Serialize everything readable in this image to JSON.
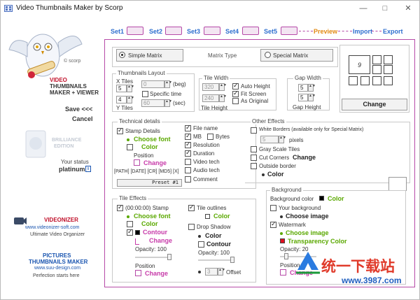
{
  "window": {
    "title": "Video Thumbnails Maker by Scorp",
    "minimize": "—",
    "maximize": "□",
    "close": "✕"
  },
  "sidebar": {
    "scorp": "© scorp",
    "product_line1": "VIDEO",
    "product_line2": "THUMBNAILS",
    "product_line3": "MAKER + VIEWER",
    "save": "Save <<<",
    "cancel": "Cancel",
    "edition_line1": "BRILLIANCE",
    "edition_line2": "EDITION",
    "status_label": "Your status",
    "status_value": "platinum",
    "videonizer_title": "VIDEONIZER",
    "videonizer_url": "www.videonizer-soft.com",
    "videonizer_tag": "Ultimate Video Organizer",
    "pictures_title1": "PICTURES",
    "pictures_title2": "THUMBNAILS MAKER",
    "pictures_url": "www.suu-design.com",
    "pictures_tag": "Perfection starts here"
  },
  "steps": {
    "set1": "Set1",
    "set2": "Set2",
    "set3": "Set3",
    "set4": "Set4",
    "set5": "Set5",
    "preview": "Preview",
    "import": "Import",
    "export": "Export"
  },
  "matrix": {
    "simple": "Simple Matrix",
    "type_label": "Matrix Type",
    "special": "Special Matrix",
    "change": "Change",
    "preview_number": "9"
  },
  "layout": {
    "title": "Thumbnails Layout",
    "x_tiles_label": "X Tiles",
    "x_tiles": "5",
    "y_tiles": "4",
    "y_tiles_label": "Y Tiles",
    "beg_value": "0",
    "beg_label": "(beg)",
    "specific_time": "Specific time",
    "sec_value": "60",
    "sec_label": "(sec)"
  },
  "tile_width": {
    "title": "Tile Width",
    "width": "320",
    "height": "240",
    "height_label": "Tile Height",
    "auto_height": "Auto Height",
    "fit_screen": "Fit Screen",
    "as_original": "As Original"
  },
  "gap": {
    "title": "Gap Width",
    "width": "5",
    "height": "5",
    "height_label": "Gap Height"
  },
  "technical": {
    "title": "Technical details",
    "stamp_details": "Stamp Details",
    "choose_font": "Choose font",
    "color": "Color",
    "position": "Position",
    "change": "Change",
    "tags": "[PATH] [DATE] [CR] [MD5] [X]",
    "preset": "Preset #1",
    "file_name": "File name",
    "mb": "MB",
    "bytes": "Bytes",
    "resolution": "Resolution",
    "duration": "Duration",
    "video_tech": "Video tech",
    "audio_tech": "Audio tech",
    "comment": "Comment"
  },
  "other": {
    "title": "Other Effects",
    "white_borders": "White Borders (available only for Special Matrix)",
    "pixels_value": "5",
    "pixels": "pixels",
    "gray_scale": "Gray Scale Tiles",
    "cut_corners": "Cut Corners",
    "cut_change": "Change",
    "outside_border": "Outside border",
    "color": "Color"
  },
  "tile_effects": {
    "title": "Tile Effects",
    "stamp": "(00:00:00) Stamp",
    "choose_font": "Choose font",
    "color": "Color",
    "contour": "Contour",
    "change": "Change",
    "opacity": "Opacity: 100",
    "position": "Position",
    "position_change": "Change",
    "tile_outlines": "Tile outlines",
    "outline_color": "Color",
    "drop_shadow": "Drop Shadow",
    "shadow_color": "Color",
    "shadow_contour": "Contour",
    "shadow_opacity": "Opacity: 100",
    "offset_value": "3",
    "offset": "Offset"
  },
  "background": {
    "title": "Background",
    "bg_color": "Background color",
    "color": "Color",
    "your_bg": "Your background",
    "choose_image": "Choose image",
    "watermark": "Watermark",
    "wm_choose_image": "Choose image",
    "transparency": "Transparency Color",
    "opacity": "Opacity: 20",
    "position": "Position",
    "position_change": "Change"
  },
  "overlay": {
    "brand_cn": "统一下载站",
    "url": "www.3987.com"
  },
  "colors": {
    "accent_blue": "#1a55b0",
    "step_magenta": "#b64aa8",
    "green": "#5aa800",
    "orange": "#e28a12"
  }
}
